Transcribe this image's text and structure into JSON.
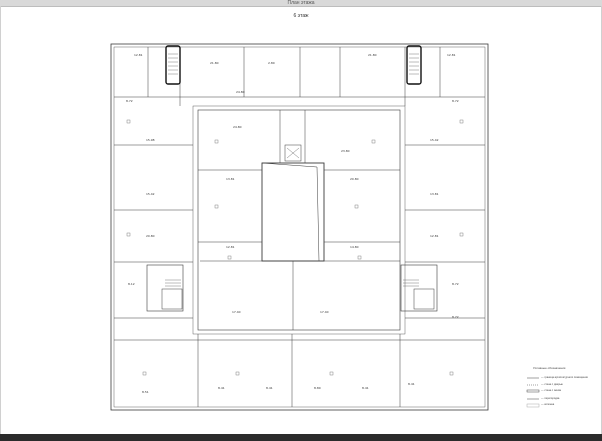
{
  "header": {
    "doc_title": "План этажа",
    "floor_label": "6 этаж"
  },
  "room_labels": [
    {
      "id": "r1",
      "text": "12.81"
    },
    {
      "id": "r2",
      "text": "21.80"
    },
    {
      "id": "r3",
      "text": "2.80"
    },
    {
      "id": "r4",
      "text": "21.80"
    },
    {
      "id": "r5",
      "text": "12.81"
    },
    {
      "id": "r6",
      "text": "24.80"
    },
    {
      "id": "r7",
      "text": "8.72"
    },
    {
      "id": "r8",
      "text": "8.72"
    },
    {
      "id": "r9",
      "text": "15.98"
    },
    {
      "id": "r10",
      "text": "24.80"
    },
    {
      "id": "r11",
      "text": "23.80"
    },
    {
      "id": "r12",
      "text": "15.42"
    },
    {
      "id": "r13",
      "text": "15.42"
    },
    {
      "id": "r14",
      "text": "13.81"
    },
    {
      "id": "r15",
      "text": "13.81"
    },
    {
      "id": "r16",
      "text": "20.80"
    },
    {
      "id": "r17",
      "text": "20.80"
    },
    {
      "id": "r18",
      "text": "12.81"
    },
    {
      "id": "r19",
      "text": "12.81"
    },
    {
      "id": "r20",
      "text": "14.80"
    },
    {
      "id": "r21",
      "text": "17.40"
    },
    {
      "id": "r22",
      "text": "8.12"
    },
    {
      "id": "r23",
      "text": "8.72"
    },
    {
      "id": "r24",
      "text": "17.40"
    },
    {
      "id": "r25",
      "text": "8.72"
    },
    {
      "id": "r26",
      "text": "8.41"
    },
    {
      "id": "r27",
      "text": "8.41"
    },
    {
      "id": "r28",
      "text": "8.80"
    },
    {
      "id": "r29",
      "text": "8.41"
    },
    {
      "id": "r30",
      "text": "8.41"
    },
    {
      "id": "r31",
      "text": "8.51"
    }
  ],
  "legend": {
    "title": "Условные обозначения",
    "items": [
      "— граница архитектурного помещения",
      "— стена с дверью",
      "— стена с окном",
      "— перегородка",
      "— колонна"
    ]
  },
  "colors": {
    "line": "#3a3a3a",
    "highlight": "#111111",
    "stair": "#555555"
  }
}
